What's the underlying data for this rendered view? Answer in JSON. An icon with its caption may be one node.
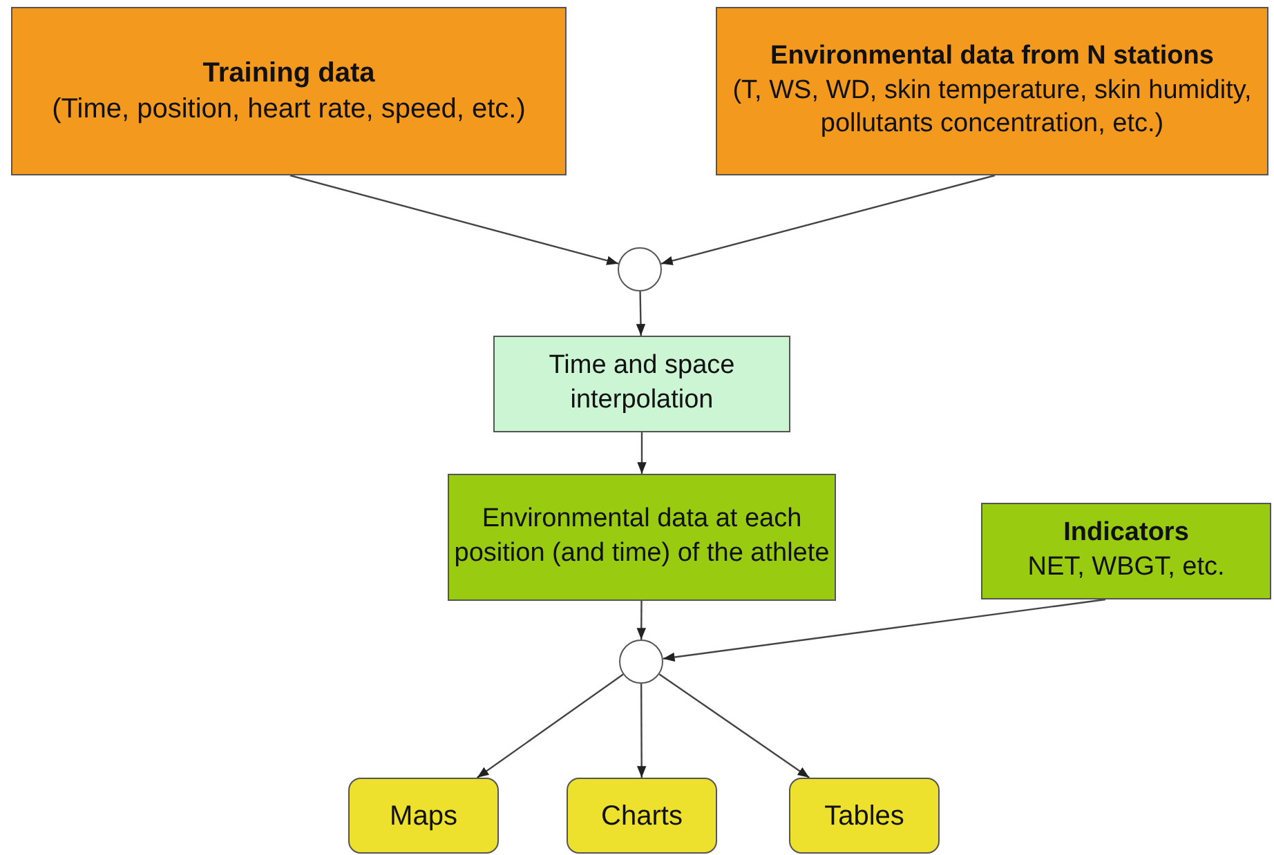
{
  "diagram": {
    "nodes": [
      {
        "text": [
          "Training data",
          "(Time, position, heart rate, speed, etc.)"
        ]
      },
      {
        "text": [
          "Environmental data from N stations",
          "(T, WS, WD, skin temperature, skin humidity, pollutants concentration, etc.)"
        ]
      },
      {
        "text": [],
        "shape": "circle"
      },
      {
        "text": [
          "Time and space interpolation"
        ]
      },
      {
        "text": [
          "Environmental data at each position (and time) of the athlete"
        ]
      },
      {
        "text": [
          "Indicators",
          "NET, WBGT, etc."
        ]
      },
      {
        "text": [],
        "shape": "circle"
      },
      {
        "text": [
          "Maps"
        ]
      },
      {
        "text": [
          "Charts"
        ]
      },
      {
        "text": [
          "Tables"
        ]
      }
    ],
    "edges": [
      {
        "from": 0,
        "to": 2,
        "arrow": "to"
      },
      {
        "from": 1,
        "to": 2,
        "arrow": "to"
      },
      {
        "from": 2,
        "to": 3,
        "arrow": "to"
      },
      {
        "from": 3,
        "to": 4,
        "arrow": "to"
      },
      {
        "from": 4,
        "to": 6,
        "arrow": "to"
      },
      {
        "from": 5,
        "to": 6,
        "arrow": "to"
      },
      {
        "from": 6,
        "to": 7,
        "arrow": "to"
      },
      {
        "from": 6,
        "to": 8,
        "arrow": "to"
      },
      {
        "from": 6,
        "to": 9,
        "arrow": "to"
      }
    ]
  }
}
